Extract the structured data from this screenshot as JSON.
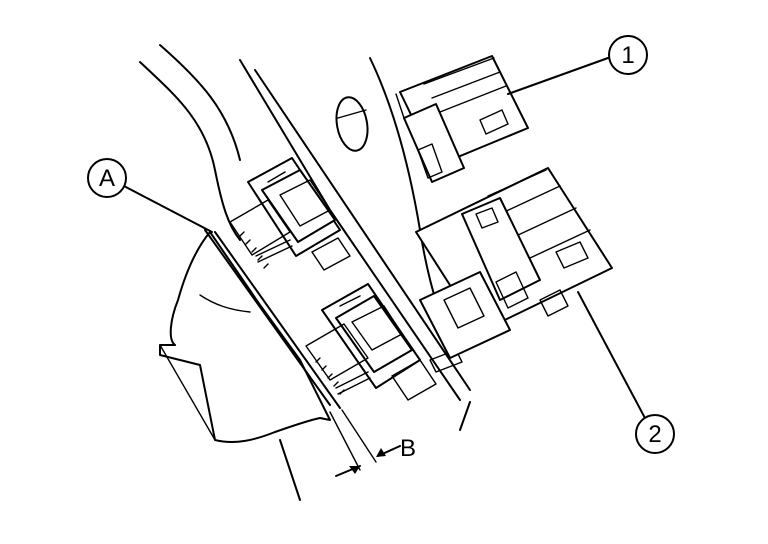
{
  "diagram": {
    "callouts": {
      "c1": "1",
      "c2": "2",
      "cA": "A",
      "cB": "B"
    },
    "line_color": "#000000",
    "background": "#ffffff"
  }
}
